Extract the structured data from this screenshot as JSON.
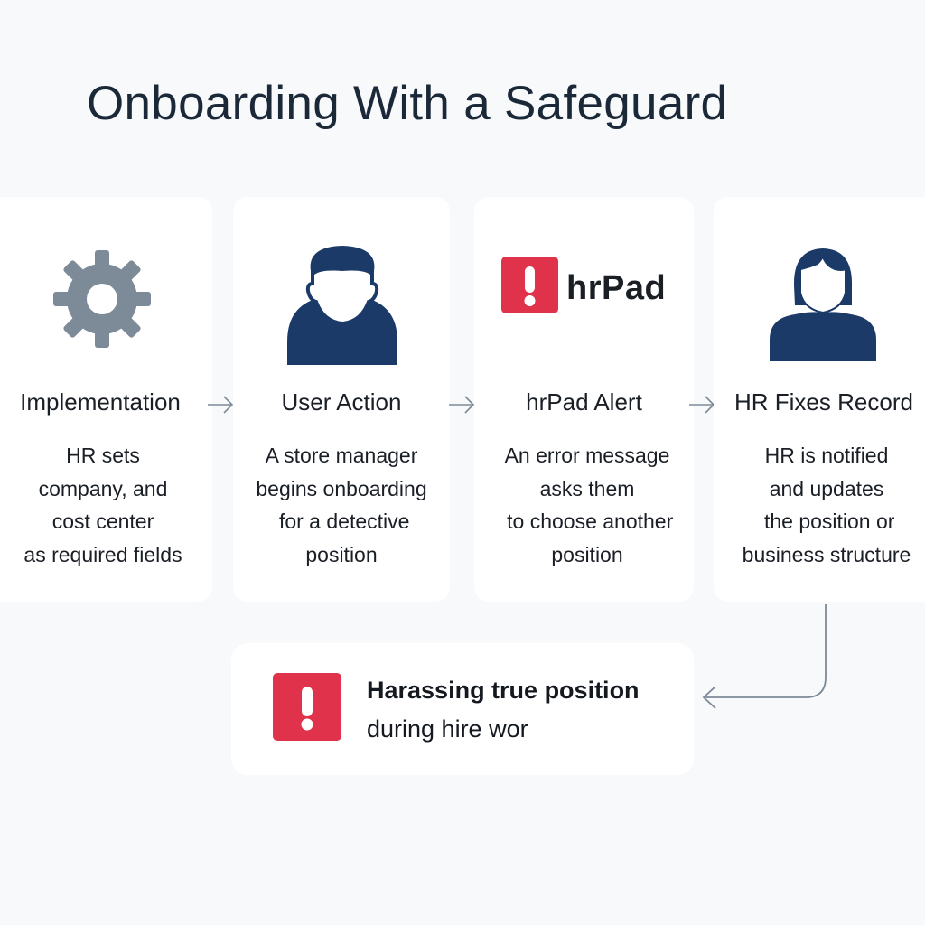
{
  "title": "Onboarding With a Safeguard",
  "colors": {
    "background": "#f7f9fb",
    "card": "#ffffff",
    "gear": "#7d8a97",
    "person": "#1b3a67",
    "alert_red": "#e0334b",
    "arrow": "#7d8a97",
    "text": "#1a1f26"
  },
  "steps": [
    {
      "icon": "gear-icon",
      "title": "Implementation",
      "description": "HR sets\ncompany, and\ncost center\nas required fields"
    },
    {
      "icon": "male-user-icon",
      "title": "User Action",
      "description": "A store manager\nbegins onboarding\n for a detective\nposition"
    },
    {
      "icon": "alert-icon",
      "logo_text": "hrPad",
      "title": "hrPad Alert",
      "description": "An error message\nasks them\n to choose another\nposition"
    },
    {
      "icon": "female-user-icon",
      "title": "HR Fixes Record",
      "description": "HR is notified\nand updates\n the position or\nbusiness structure"
    }
  ],
  "connectors": [
    "→",
    "→",
    "→"
  ],
  "result": {
    "icon": "alert-icon",
    "title": "Harassing true position",
    "subtitle": "during hire wor"
  }
}
